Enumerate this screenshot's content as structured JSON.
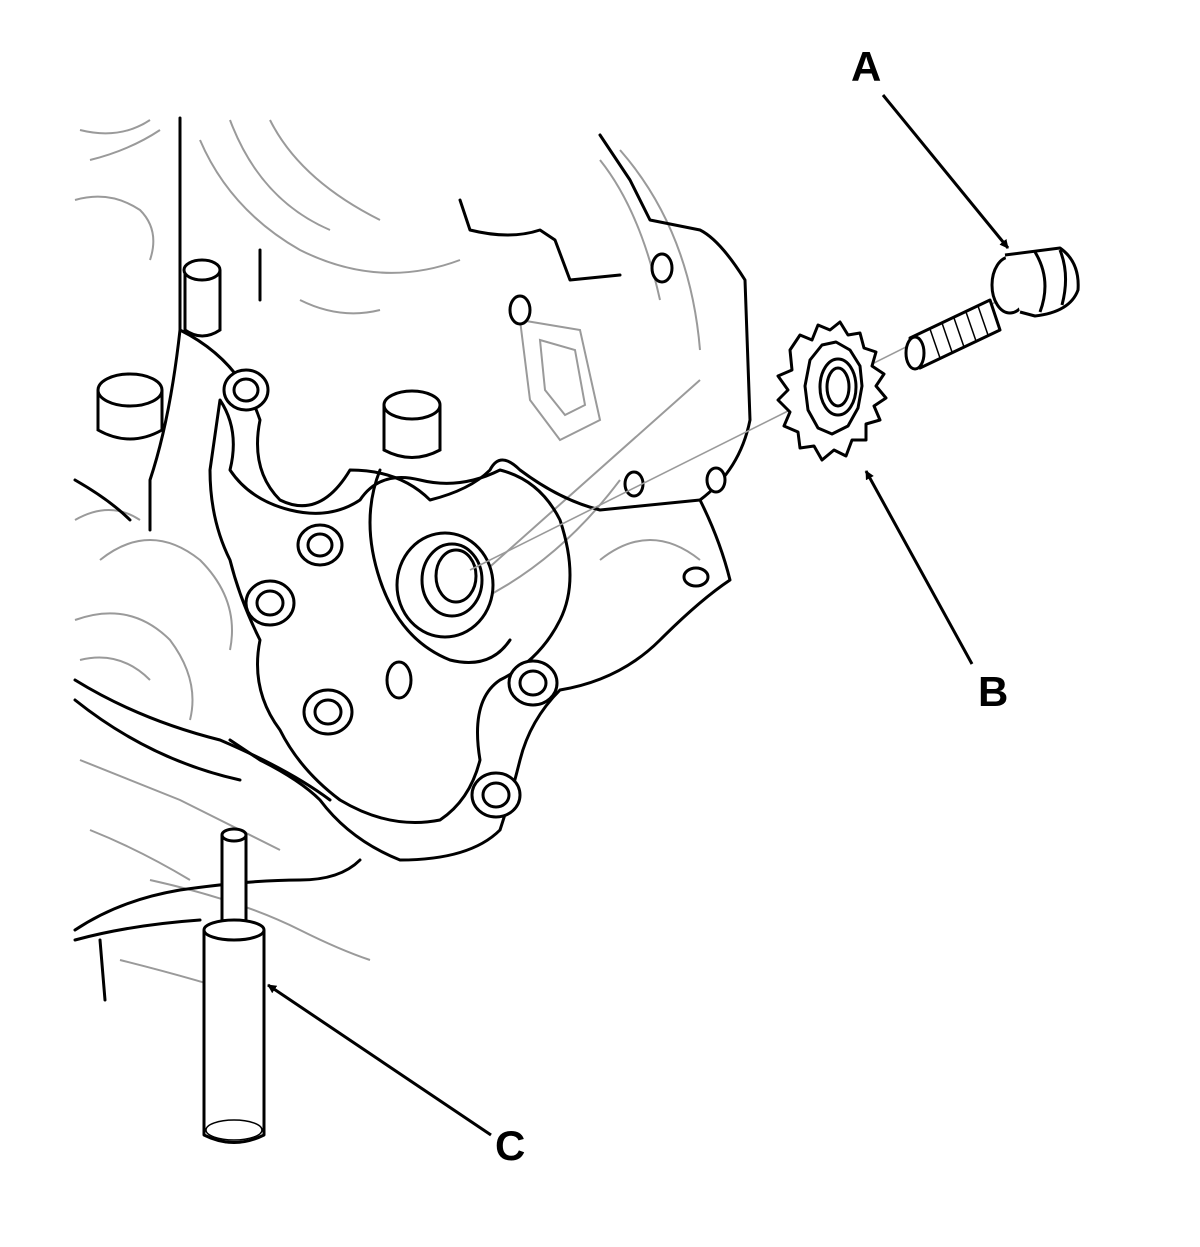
{
  "callouts": {
    "a": "A",
    "b": "B",
    "c": "C"
  },
  "parts": {
    "a": "bolt-icon",
    "b": "gear-icon",
    "c": "pin-icon"
  },
  "colors": {
    "ink": "#000000",
    "detail": "#9a9a9a",
    "background": "#ffffff"
  }
}
